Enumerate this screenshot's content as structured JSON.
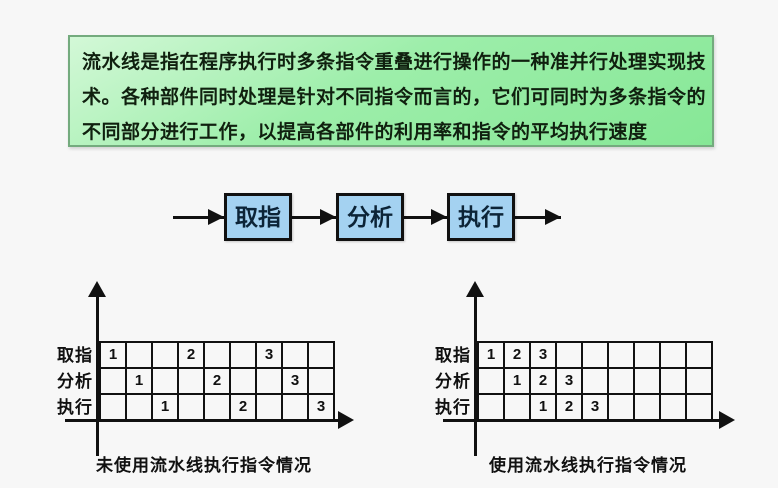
{
  "colors": {
    "info_gradient": [
      "#d3f8d7",
      "#9deeaa",
      "#86e796"
    ],
    "info_border": "#74ab7e",
    "stage_fill": "#a4d2f1",
    "line": "#111111"
  },
  "info_box": {
    "lines": [
      "流水线是指在程序执行时多条指令重叠进行操作的一种准并行处理实现技",
      "术。各种部件同时处理是针对不同指令而言的，它们可同时为多条指令的",
      "不同部分进行工作，以提高各部件的利用率和指令的平均执行速度"
    ]
  },
  "pipeline": {
    "stages": [
      {
        "label": "取指"
      },
      {
        "label": "分析"
      },
      {
        "label": "执行"
      }
    ]
  },
  "charts": [
    {
      "caption": "未使用流水线执行指令情况",
      "row_labels": [
        "取指",
        "分析",
        "执行"
      ],
      "columns": 9,
      "rows": [
        [
          "1",
          "",
          "",
          "2",
          "",
          "",
          "3",
          "",
          ""
        ],
        [
          "",
          "1",
          "",
          "",
          "2",
          "",
          "",
          "3",
          ""
        ],
        [
          "",
          "",
          "1",
          "",
          "",
          "2",
          "",
          "",
          "3"
        ]
      ]
    },
    {
      "caption": "使用流水线执行指令情况",
      "row_labels": [
        "取指",
        "分析",
        "执行"
      ],
      "columns": 9,
      "rows": [
        [
          "1",
          "2",
          "3",
          "",
          "",
          "",
          "",
          "",
          ""
        ],
        [
          "",
          "1",
          "2",
          "3",
          "",
          "",
          "",
          "",
          ""
        ],
        [
          "",
          "",
          "1",
          "2",
          "3",
          "",
          "",
          "",
          ""
        ]
      ]
    }
  ]
}
